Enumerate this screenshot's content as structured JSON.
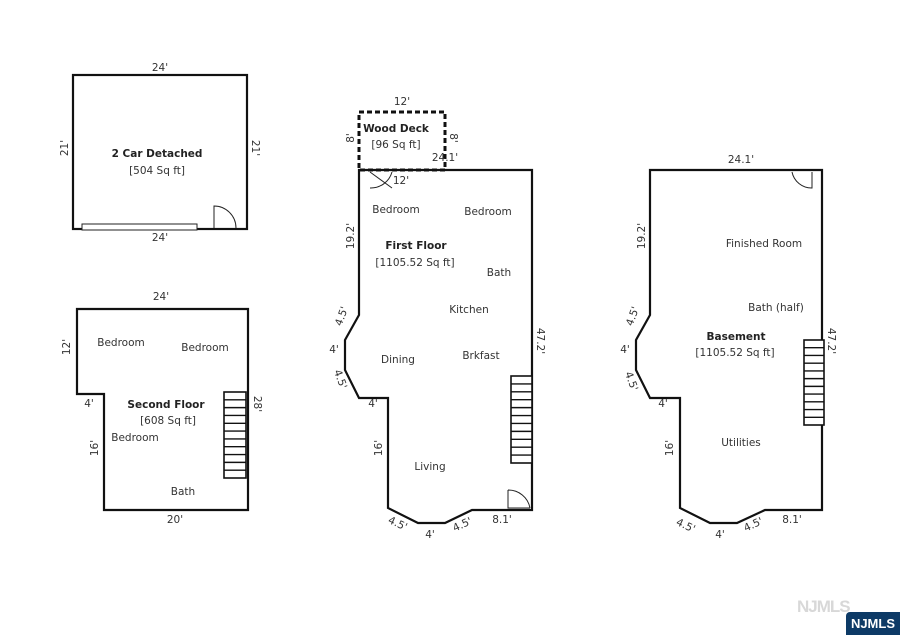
{
  "plans": [
    {
      "title": "2 Car Detached",
      "area": "[504 Sq ft]",
      "rooms": [],
      "dims": [
        "24'",
        "21'",
        "21'",
        "24'"
      ]
    },
    {
      "title": "Second Floor",
      "area": "[608 Sq ft]",
      "rooms": [
        "Bedroom",
        "Bedroom",
        "Bedroom",
        "Bath"
      ],
      "dims": [
        "24'",
        "12'",
        "28'",
        "4'",
        "16'",
        "20'"
      ]
    },
    {
      "title": "Wood Deck",
      "area": "[96 Sq ft]",
      "rooms": [],
      "dims": [
        "12'",
        "8'",
        "8'",
        "24.1'",
        "12'"
      ]
    },
    {
      "title": "First Floor",
      "area": "[1105.52 Sq ft]",
      "rooms": [
        "Bedroom",
        "Bedroom",
        "Bath",
        "Kitchen",
        "Dining",
        "Brkfast",
        "Living"
      ],
      "dims": [
        "19.2'",
        "4.5'",
        "4'",
        "4.5'",
        "4'",
        "16'",
        "4.5'",
        "4'",
        "4.5'",
        "8.1'",
        "47.2'"
      ]
    },
    {
      "title": "Basement",
      "area": "[1105.52 Sq ft]",
      "rooms": [
        "Finished Room",
        "Bath (half)",
        "Utilities"
      ],
      "dims": [
        "24.1'",
        "19.2'",
        "4.5'",
        "4'",
        "4.5'",
        "4'",
        "16'",
        "4.5'",
        "4'",
        "4.5'",
        "8.1'",
        "47.2'"
      ]
    }
  ],
  "watermark": {
    "text": "NJMLS",
    "badge_color": "#0d3a66"
  }
}
